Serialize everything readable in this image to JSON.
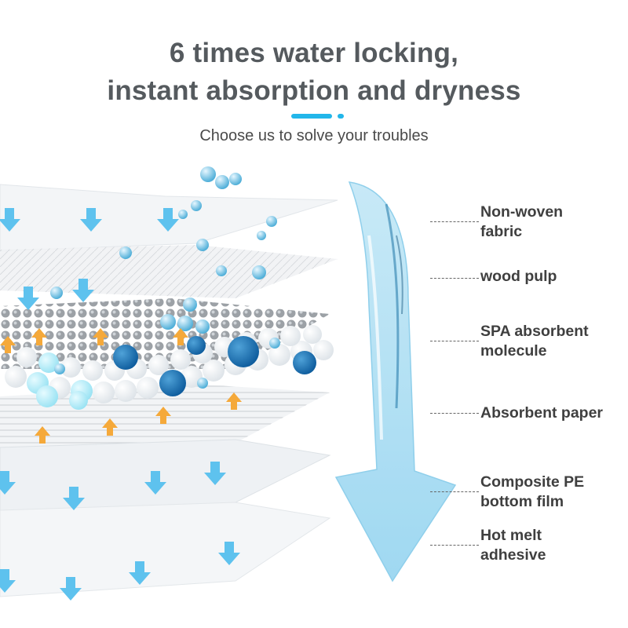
{
  "header": {
    "title_line1": "6 times water locking,",
    "title_line2": "instant absorption and dryness",
    "subtitle": "Choose us to solve your troubles",
    "accent_color": "#22b6ea"
  },
  "layers": [
    {
      "label": "Non-woven\nfabric"
    },
    {
      "label": "wood pulp"
    },
    {
      "label": "SPA absorbent\nmolecule"
    },
    {
      "label": "Absorbent paper"
    },
    {
      "label": "Composite PE\nbottom film"
    },
    {
      "label": "Hot melt\nadhesive"
    }
  ],
  "icons": {
    "water_arrow": "water-splash-arrow-icon",
    "flow_arrows": "blue-down-arrow-icon",
    "orange_arrows": "orange-up-arrow-icon"
  }
}
